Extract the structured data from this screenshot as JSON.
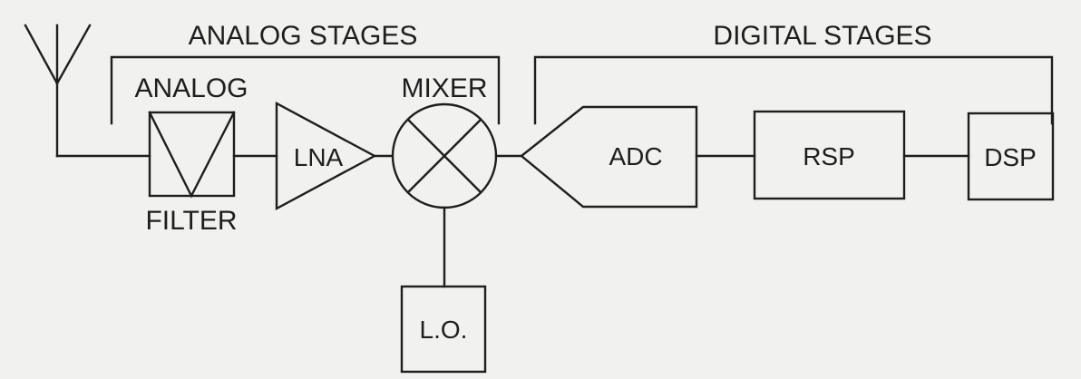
{
  "groups": {
    "analog": "ANALOG STAGES",
    "digital": "DIGITAL STAGES"
  },
  "blocks": {
    "filter_top": "ANALOG",
    "filter_bottom": "FILTER",
    "lna": "LNA",
    "mixer": "MIXER",
    "lo": "L.O.",
    "adc": "ADC",
    "rsp": "RSP",
    "dsp": "DSP"
  }
}
